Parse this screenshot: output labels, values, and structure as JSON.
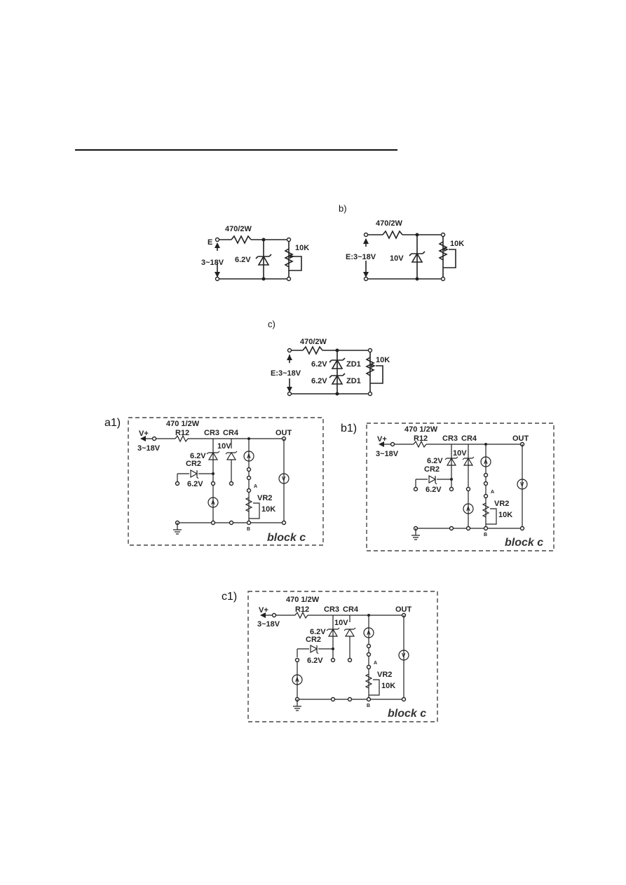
{
  "labels": {
    "b": "b)",
    "c": "c)",
    "a1": "a1)",
    "b1": "b1)",
    "c1": "c1)"
  },
  "circuit_a": {
    "resistor": "470/2W",
    "source": "E",
    "range": "3~18V",
    "zener": "6.2V",
    "pot": "10K"
  },
  "circuit_b": {
    "resistor": "470/2W",
    "source": "E:3~18V",
    "zener": "10V",
    "pot": "10K"
  },
  "circuit_c": {
    "resistor": "470/2W",
    "source": "E:3~18V",
    "zener_top": "6.2V",
    "zener_bottom": "6.2V",
    "zd_top": "ZD1",
    "zd_bottom": "ZD1",
    "pot": "10K"
  },
  "block": {
    "vplus": "V+",
    "range": "3~18V",
    "resistor_value": "470  1/2W",
    "r12": "R12",
    "cr3": "CR3",
    "cr4": "CR4",
    "v10": "10V",
    "v62": "6.2V",
    "cr2": "CR2",
    "cr2_v": "6.2V",
    "out": "OUT",
    "vr2": "VR2",
    "k10": "10K",
    "a": "A",
    "b": "B",
    "ammeter": "A",
    "voltmeter": "V",
    "footer": "block c"
  }
}
